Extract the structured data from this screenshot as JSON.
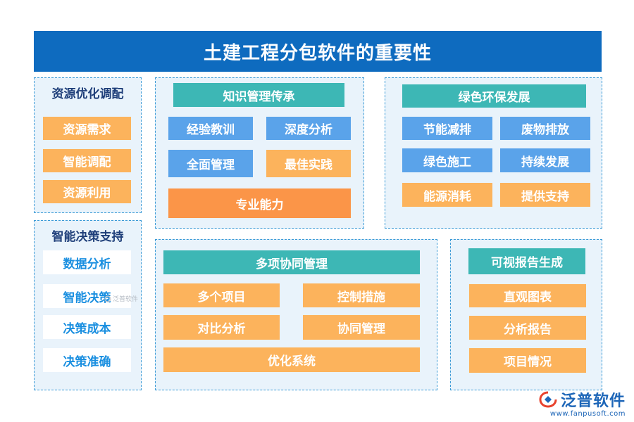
{
  "title": "土建工程分包软件的重要性",
  "sections": {
    "resource": {
      "title": "资源优化调配",
      "items": [
        "资源需求",
        "智能调配",
        "资源利用"
      ]
    },
    "decision": {
      "title": "智能决策支持",
      "items": [
        "数据分析",
        "智能决策",
        "决策成本",
        "决策准确"
      ]
    },
    "knowledge": {
      "title": "知识管理传承",
      "items": [
        "经验教训",
        "深度分析",
        "全面管理",
        "最佳实践",
        "专业能力"
      ]
    },
    "green": {
      "title": "绿色环保发展",
      "items": [
        "节能减排",
        "废物排放",
        "绿色施工",
        "持续发展",
        "能源消耗",
        "提供支持"
      ]
    },
    "multi": {
      "title": "多项协同管理",
      "items": [
        "多个项目",
        "控制措施",
        "对比分析",
        "协同管理",
        "优化系统"
      ]
    },
    "report": {
      "title": "可视报告生成",
      "items": [
        "直观图表",
        "分析报告",
        "项目情况"
      ]
    }
  },
  "watermark": "泛普软件",
  "logo": {
    "name": "泛普软件",
    "url": "www.fanpusoft.com"
  },
  "colors": {
    "banner": "#0e6bbf",
    "orange": "#fcb35c",
    "blue": "#5aa3ea",
    "teal": "#3db7b5",
    "deep_orange": "#fb9548",
    "panel_bg": "#e9f3fb"
  }
}
